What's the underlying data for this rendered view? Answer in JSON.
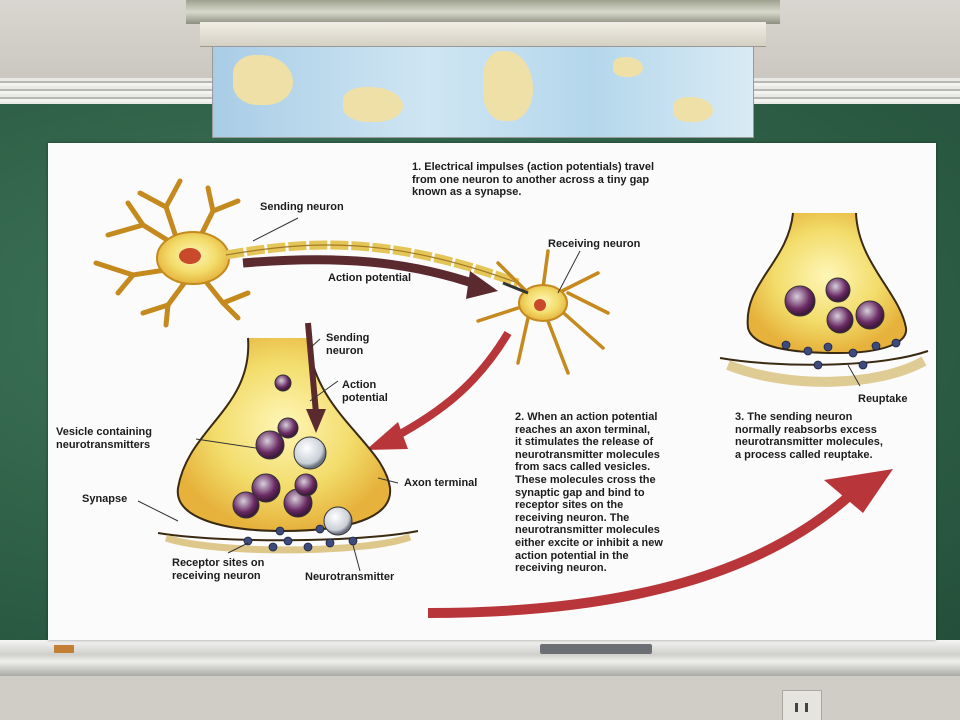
{
  "diagram": {
    "step1": "1. Electrical impulses (action potentials) travel\nfrom one neuron to another across a tiny gap\nknown as a synapse.",
    "step2": "2. When an action potential\nreaches an axon terminal,\nit stimulates the release of\nneurotransmitter molecules\nfrom sacs called vesicles.\nThese molecules cross the\nsynaptic gap and bind to\nreceptor sites on the\nreceiving neuron.  The\nneurotransmitter molecules\neither excite or inhibit a new\naction potential in the\nreceiving neuron.",
    "step3": "3. The sending neuron\nnormally reabsorbs excess\nneurotransmitter molecules,\na process called reuptake.",
    "labels": {
      "sending_neuron": "Sending neuron",
      "receiving_neuron": "Receiving neuron",
      "action_potential_top": "Action potential",
      "sending_neuron_terminal": "Sending\nneuron",
      "action_potential_terminal": "Action\npotential",
      "vesicle": "Vesicle containing\nneurotransmitters",
      "axon_terminal": "Axon terminal",
      "synapse": "Synapse",
      "receptor_sites": "Receptor sites on\nreceiving neuron",
      "neurotransmitter": "Neurotransmitter",
      "reuptake": "Reuptake"
    },
    "colors": {
      "neuron_body": "#e6b23c",
      "arrow_red": "#b8363a",
      "arrow_dark": "#5a2a2e",
      "vesicle": "#6a2b64",
      "board": "#2f5b46"
    }
  }
}
